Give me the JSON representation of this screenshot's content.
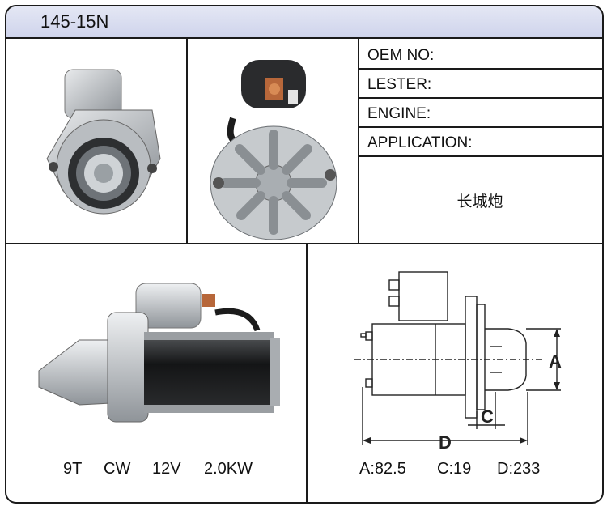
{
  "part_number": "145-15N",
  "specs": {
    "oem_label": "OEM NO:",
    "lester_label": "LESTER:",
    "engine_label": "ENGINE:",
    "application_label": "APPLICATION:",
    "application_value": "长城炮"
  },
  "motor_spec": {
    "teeth": "9T",
    "rotation": "CW",
    "voltage": "12V",
    "power": "2.0KW"
  },
  "dimensions": {
    "label_a": "A",
    "label_c": "C",
    "label_d": "D",
    "a": "A:82.5",
    "c": "C:19",
    "d": "D:233"
  }
}
